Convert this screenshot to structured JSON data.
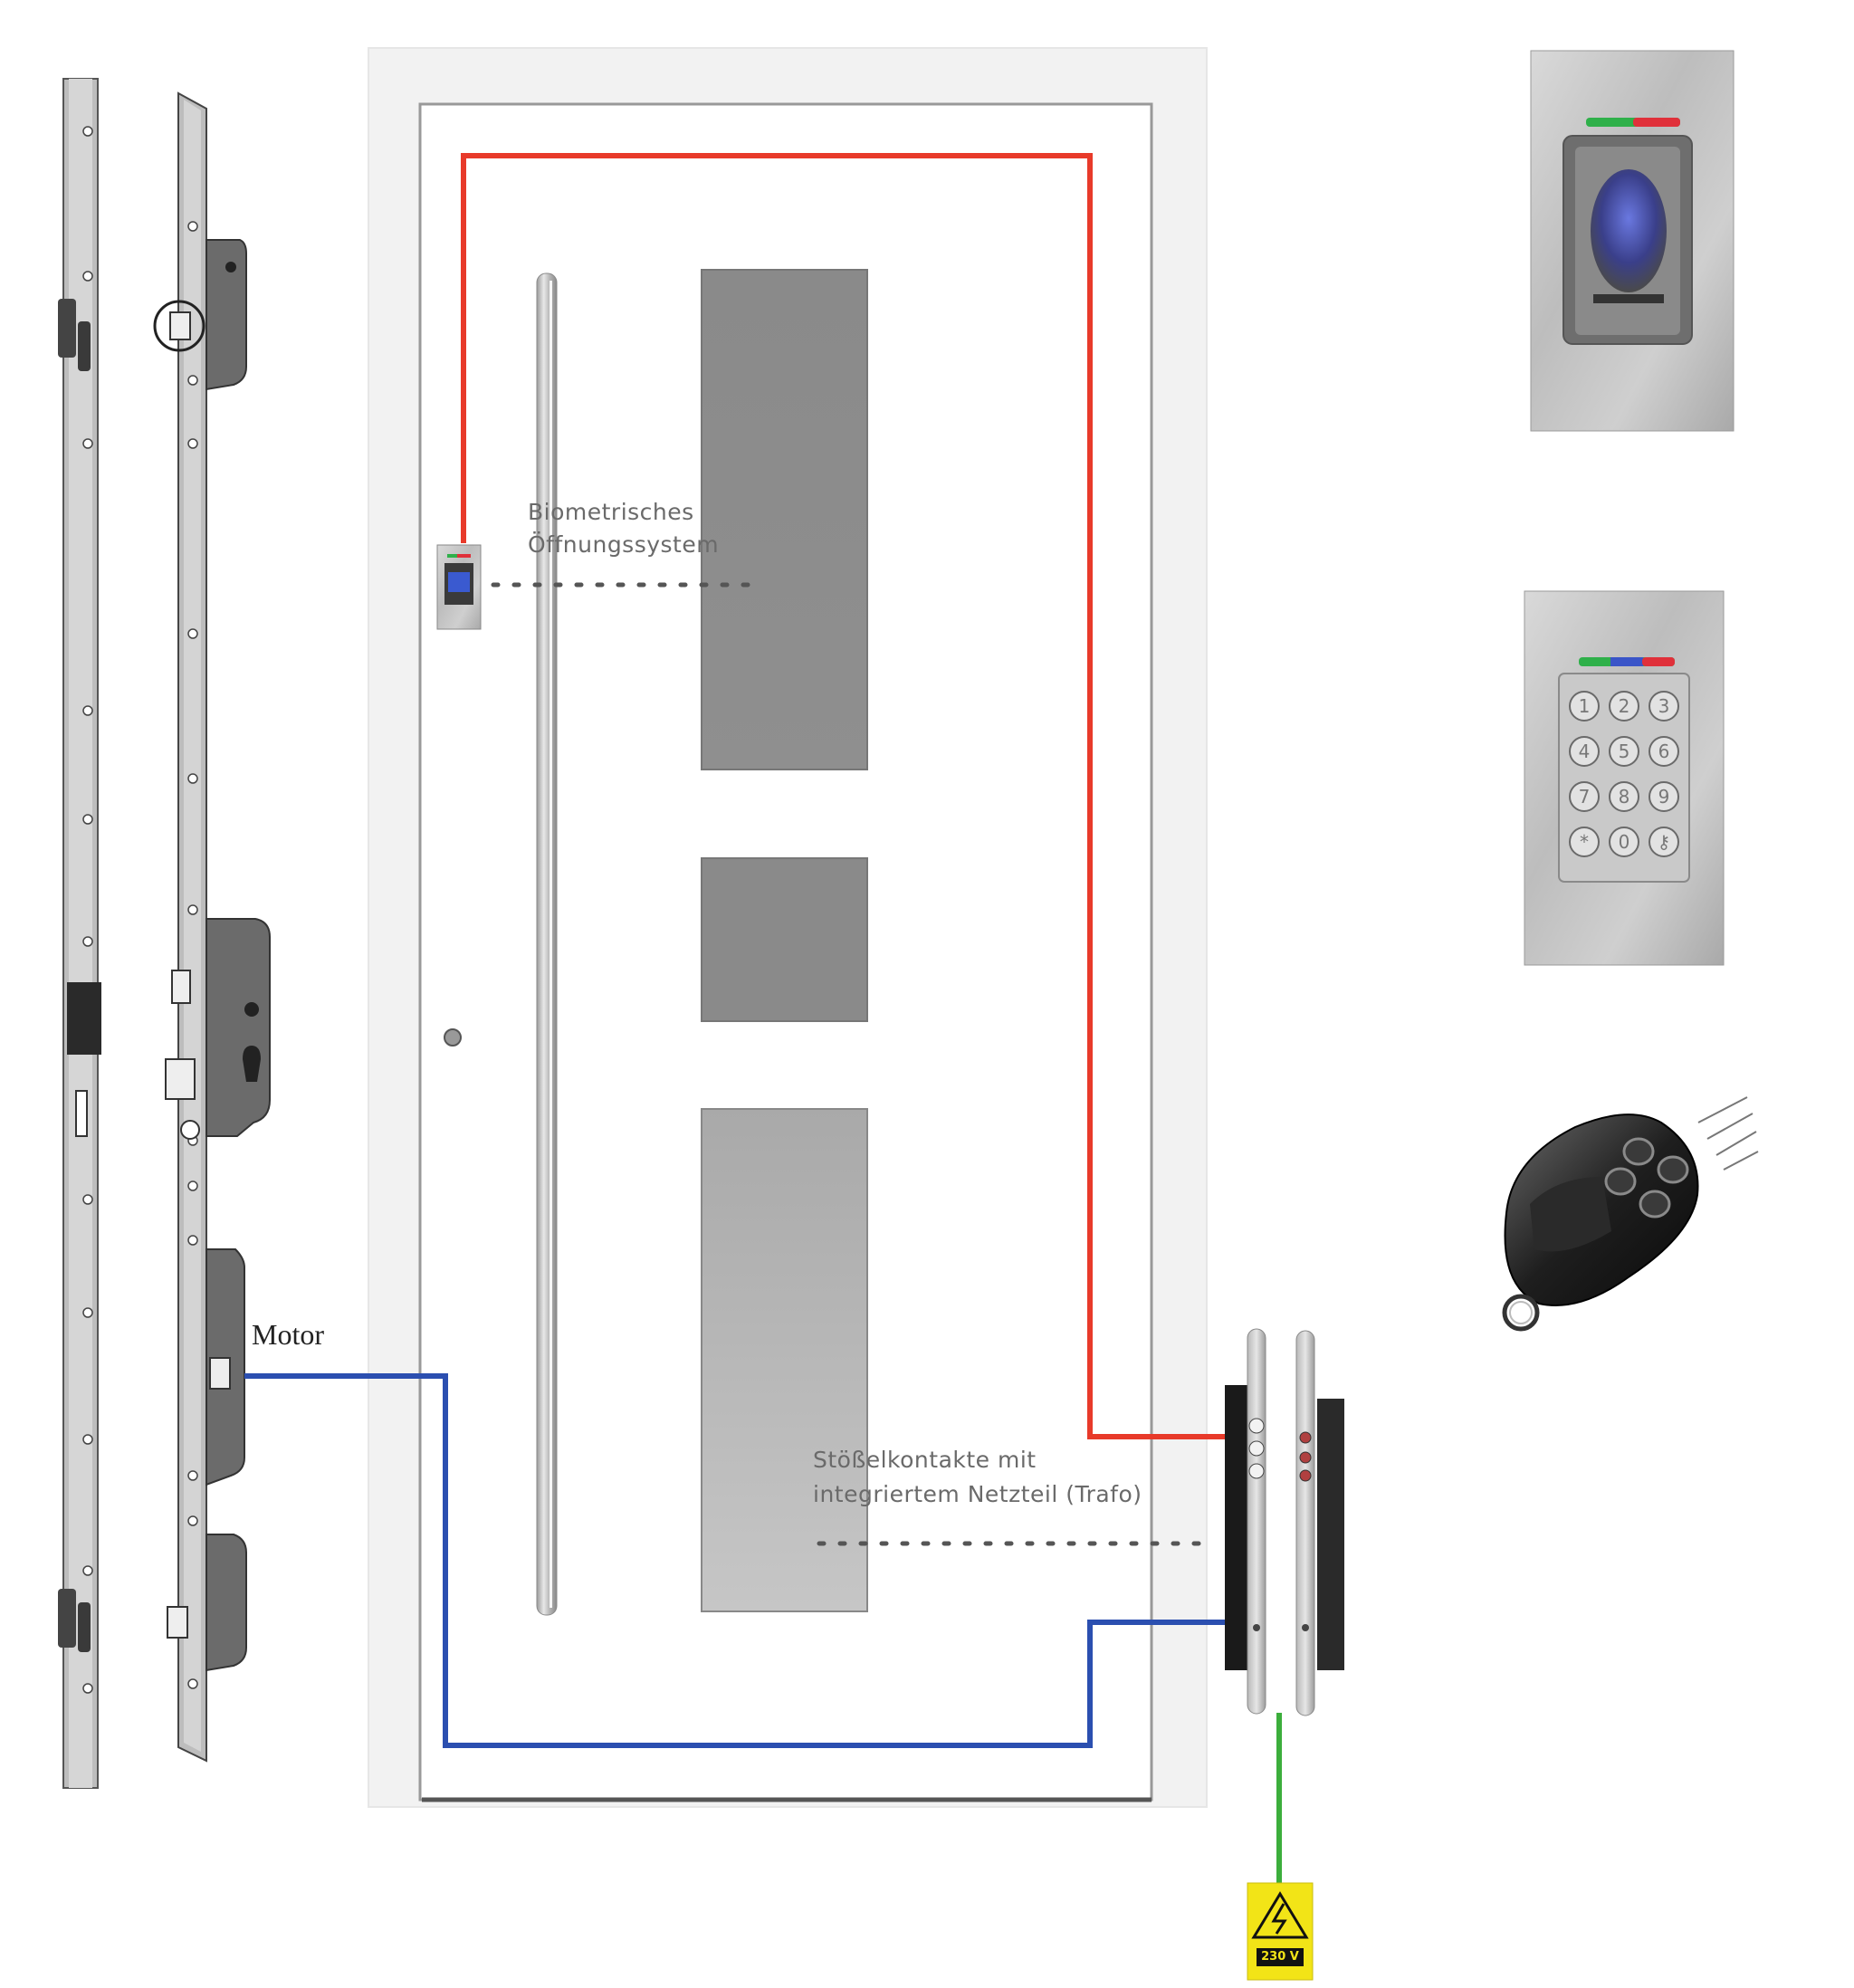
{
  "labels": {
    "biometric_line1": "Biometrisches",
    "biometric_line2": "Öffnungssystem",
    "contacts_line1": "Stößelkontakte mit",
    "contacts_line2": "integriertem Netzteil (Trafo)",
    "motor": "Motor",
    "voltage": "230 V"
  },
  "keypad_keys": [
    "1",
    "2",
    "3",
    "4",
    "5",
    "6",
    "7",
    "8",
    "9",
    "*",
    "0",
    "⚷"
  ],
  "icons": [
    "fingerprint-reader-icon",
    "keypad-icon",
    "remote-control-icon",
    "high-voltage-icon"
  ],
  "colors": {
    "red_wire": "#e83a2a",
    "blue_wire": "#2b4fb0",
    "green_wire": "#3cae3c",
    "warning_yellow": "#f2e417",
    "led_green": "#2fb04a",
    "led_blue": "#3a55c8",
    "led_red": "#e0303a"
  }
}
